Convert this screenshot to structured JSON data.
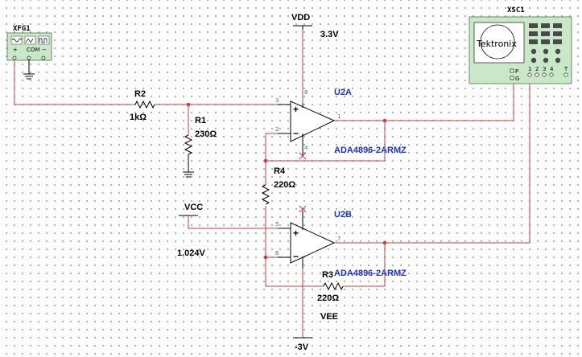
{
  "components": {
    "function_generator": {
      "ref": "XFG1",
      "terminals": [
        "+",
        "COM",
        "−"
      ]
    },
    "oscilloscope": {
      "ref": "XSC1",
      "brand": "Tektronix",
      "terminals": [
        "P",
        "G",
        "1",
        "2",
        "3",
        "4",
        "T"
      ]
    },
    "vdd": {
      "name": "VDD",
      "value": "3.3V"
    },
    "vee": {
      "name": "VEE",
      "value": "-3V"
    },
    "vcc": {
      "name": "VCC",
      "value": "1.024V"
    },
    "r1": {
      "ref": "R1",
      "value": "230Ω"
    },
    "r2": {
      "ref": "R2",
      "value": "1kΩ"
    },
    "r3": {
      "ref": "R3",
      "value": "220Ω"
    },
    "r4": {
      "ref": "R4",
      "value": "220Ω"
    },
    "u2a": {
      "ref": "U2A",
      "part": "ADA4896-2ARMZ",
      "pins": [
        "3",
        "2",
        "1",
        "8",
        "4"
      ]
    },
    "u2b": {
      "ref": "U2B",
      "part": "ADA4896-2ARMZ",
      "pins": [
        "5",
        "6",
        "7"
      ]
    }
  },
  "colors": {
    "wire": "#d23b3b",
    "component": "#000000",
    "label_blue": "#1f2fd0",
    "instrument_body": "#c8e8c8"
  }
}
